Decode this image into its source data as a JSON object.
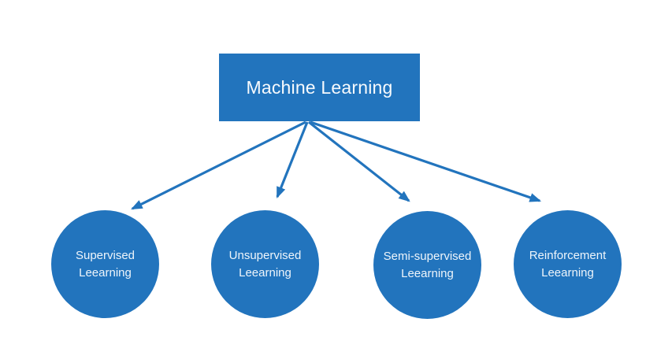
{
  "diagram": {
    "type": "tree",
    "background_color": "#ffffff",
    "accent_color": "#2274bd",
    "node_text_color": "#ffffff",
    "root": {
      "id": "machine-learning",
      "label": "Machine Learning",
      "shape": "rectangle"
    },
    "nodes": [
      {
        "id": "supervised",
        "shape": "circle",
        "line1": "Supervised",
        "line2": "Leearning"
      },
      {
        "id": "unsupervised",
        "shape": "circle",
        "line1": "Unsupervised",
        "line2": "Leearning"
      },
      {
        "id": "semi-supervised",
        "shape": "circle",
        "line1": "Semi-supervised",
        "line2": "Leearning"
      },
      {
        "id": "reinforcement",
        "shape": "circle",
        "line1": "Reinforcement",
        "line2": "Leearning"
      }
    ],
    "edges": [
      {
        "from": "machine-learning",
        "to": "supervised",
        "style": "arrow"
      },
      {
        "from": "machine-learning",
        "to": "unsupervised",
        "style": "arrow"
      },
      {
        "from": "machine-learning",
        "to": "semi-supervised",
        "style": "arrow"
      },
      {
        "from": "machine-learning",
        "to": "reinforcement",
        "style": "arrow"
      }
    ]
  }
}
